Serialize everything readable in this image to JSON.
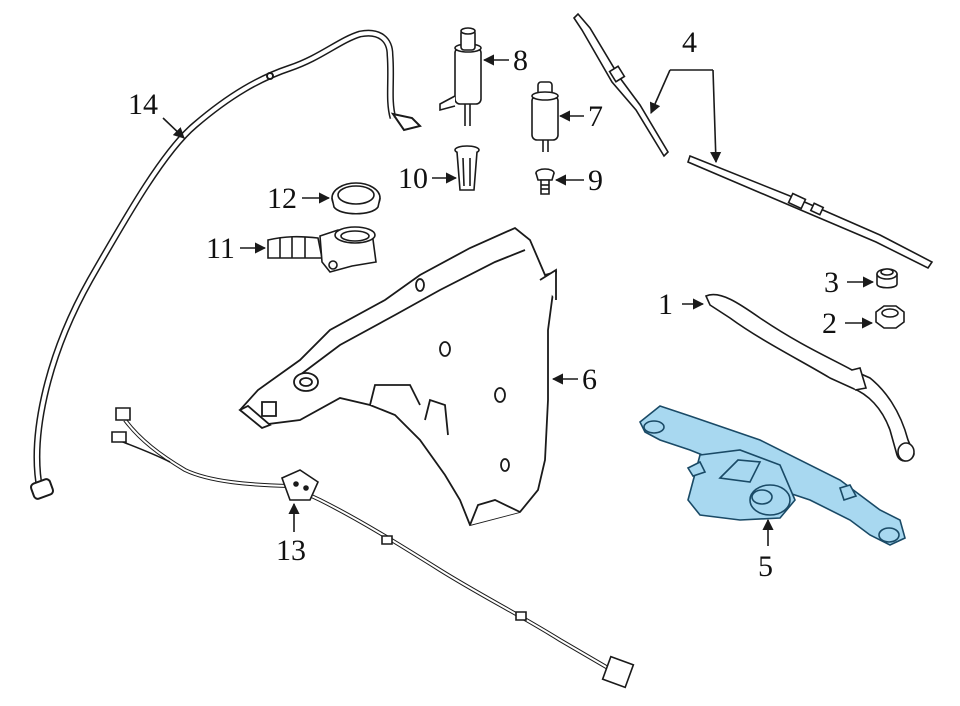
{
  "diagram": {
    "callouts": [
      {
        "id": "1",
        "label": "1"
      },
      {
        "id": "2",
        "label": "2"
      },
      {
        "id": "3",
        "label": "3"
      },
      {
        "id": "4",
        "label": "4"
      },
      {
        "id": "5",
        "label": "5"
      },
      {
        "id": "6",
        "label": "6"
      },
      {
        "id": "7",
        "label": "7"
      },
      {
        "id": "8",
        "label": "8"
      },
      {
        "id": "9",
        "label": "9"
      },
      {
        "id": "10",
        "label": "10"
      },
      {
        "id": "11",
        "label": "11"
      },
      {
        "id": "12",
        "label": "12"
      },
      {
        "id": "13",
        "label": "13"
      },
      {
        "id": "14",
        "label": "14"
      }
    ],
    "colors": {
      "line": "#1a1a1a",
      "highlight_fill": "#a8d8f0",
      "highlight_stroke": "#1a4a66",
      "background": "#ffffff"
    }
  }
}
